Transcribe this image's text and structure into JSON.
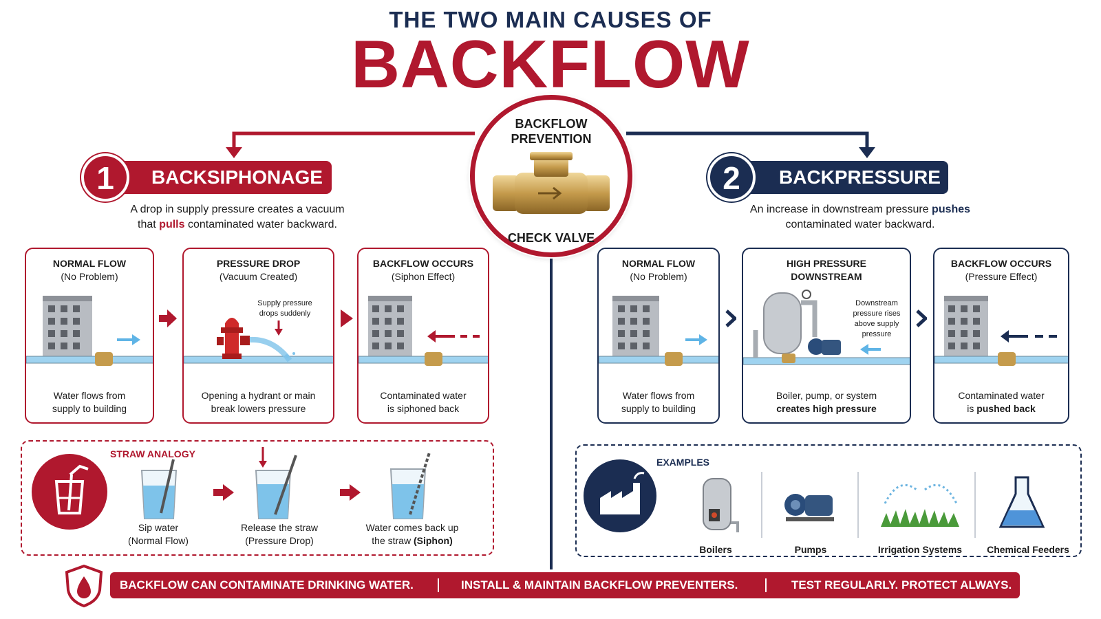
{
  "header": {
    "top_line": "THE TWO MAIN CAUSES OF",
    "main_title": "BACKFLOW"
  },
  "center": {
    "line1": "BACKFLOW",
    "line2": "PREVENTION",
    "bottom": "CHECK VALVE"
  },
  "left": {
    "number": "1",
    "title": "BACKSIPHONAGE",
    "intro_pre": "A drop in supply pressure creates a vacuum",
    "intro_line2_pre": "that ",
    "intro_emph": "pulls",
    "intro_line2_post": " contaminated water backward.",
    "panels": [
      {
        "h1": "NORMAL FLOW",
        "h2": "(No Problem)",
        "c1": "Water flows from",
        "c2": "supply to building"
      },
      {
        "h1": "PRESSURE DROP",
        "h2": "(Vacuum Created)",
        "note1": "Supply pressure",
        "note2": "drops suddenly",
        "c1": "Opening a hydrant or main",
        "c2": "break lowers pressure"
      },
      {
        "h1": "BACKFLOW OCCURS",
        "h2": "(Siphon Effect)",
        "c1": "Contaminated water",
        "c2": "is siphoned back"
      }
    ],
    "analogy": {
      "title": "STRAW ANALOGY",
      "steps": [
        {
          "l1": "Sip water",
          "l2": "(Normal Flow)"
        },
        {
          "l1": "Release the straw",
          "l2": "(Pressure Drop)"
        },
        {
          "l1": "Water comes back up",
          "l2_pre": "the straw ",
          "l2_emph": "(Siphon)"
        }
      ]
    }
  },
  "right": {
    "number": "2",
    "title": "BACKPRESSURE",
    "intro_pre": "An increase in downstream pressure ",
    "intro_emph": "pushes",
    "intro_line2": "contaminated water backward.",
    "panels": [
      {
        "h1": "NORMAL FLOW",
        "h2": "(No Problem)",
        "c1": "Water flows from",
        "c2": "supply to building"
      },
      {
        "h1": "HIGH PRESSURE",
        "h2": "DOWNSTREAM",
        "note1": "Downstream",
        "note2": "pressure rises",
        "note3": "above supply",
        "note4": "pressure",
        "c1": "Boiler, pump, or system",
        "c2": "creates high pressure"
      },
      {
        "h1": "BACKFLOW OCCURS",
        "h2": "(Pressure Effect)",
        "c1": "Contaminated water",
        "c2_pre": "is ",
        "c2_emph": "pushed back"
      }
    ],
    "examples": {
      "title": "EXAMPLES",
      "items": [
        "Boilers",
        "Pumps",
        "Irrigation Systems",
        "Chemical Feeders"
      ]
    }
  },
  "footer": {
    "msg1": "BACKFLOW CAN CONTAMINATE DRINKING WATER.",
    "msg2": "INSTALL & MAINTAIN BACKFLOW PREVENTERS.",
    "msg3": "TEST REGULARLY. PROTECT ALWAYS."
  },
  "colors": {
    "red": "#b0182e",
    "navy": "#1b2d52",
    "water": "#7ec3ea"
  }
}
